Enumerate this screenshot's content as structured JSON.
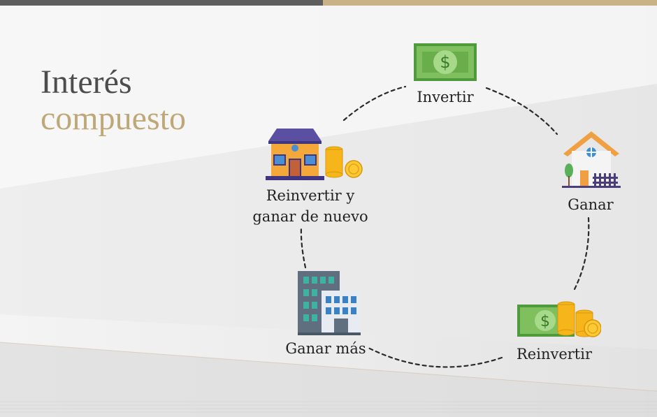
{
  "title": "Interés",
  "subtitle": "compuesto",
  "colors": {
    "title": "#4d4d4d",
    "subtitle_accent": "#bfa878",
    "top_bar_dark": "#5e5e5e",
    "top_bar_gold": "#c9b386",
    "money_green": "#7fbf5e",
    "coin_gold": "#f5b51b"
  },
  "cycle": [
    {
      "label": "Invertir",
      "icon": "cash-icon"
    },
    {
      "label": "Ganar",
      "icon": "house-icon"
    },
    {
      "label": "Reinvertir",
      "icon": "cash-and-coins-icon"
    },
    {
      "label": "Ganar más",
      "icon": "building-icon"
    },
    {
      "label_line1": "Reinvertir y",
      "label_line2": "ganar de nuevo",
      "icon": "house-and-coins-icon"
    }
  ]
}
